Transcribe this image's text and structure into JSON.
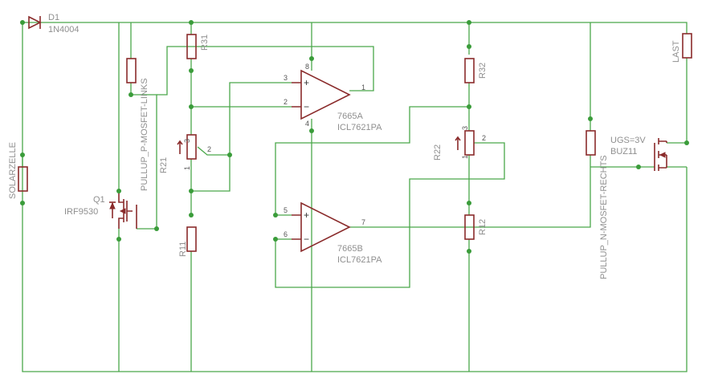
{
  "labels": {
    "d1_name": "D1",
    "d1_value": "1N4004",
    "solarzelle": "SOLARZELLE",
    "q1_name": "Q1",
    "q1_value": "IRF9530",
    "pullup_p": "PULLUP_P-MOSFET-LINKS",
    "r21": "R21",
    "r31": "R31",
    "r11": "R11",
    "ic_a_name": "7665A",
    "ic_a_value": "ICL7621PA",
    "ic_b_name": "7665B",
    "ic_b_value": "ICL7621PA",
    "r32": "R32",
    "r22": "R22",
    "r12": "R12",
    "pullup_n": "PULLUP_N-MOSFET-RECHTS",
    "ugs": "UGS=3V",
    "buz11": "BUZ11",
    "last": "LAST"
  },
  "pins": {
    "a_in_plus": "3",
    "a_in_minus": "2",
    "a_out": "1",
    "a_vplus": "8",
    "a_vminus": "4",
    "b_in_plus": "5",
    "b_in_minus": "6",
    "b_out": "7",
    "r21_wiper": "2",
    "r21_top": "3",
    "r21_bottom": "1",
    "r22_wiper": "2",
    "r22_top": "3",
    "r22_bottom": "1"
  },
  "opamp_signs": {
    "plus": "+",
    "minus": "−"
  }
}
